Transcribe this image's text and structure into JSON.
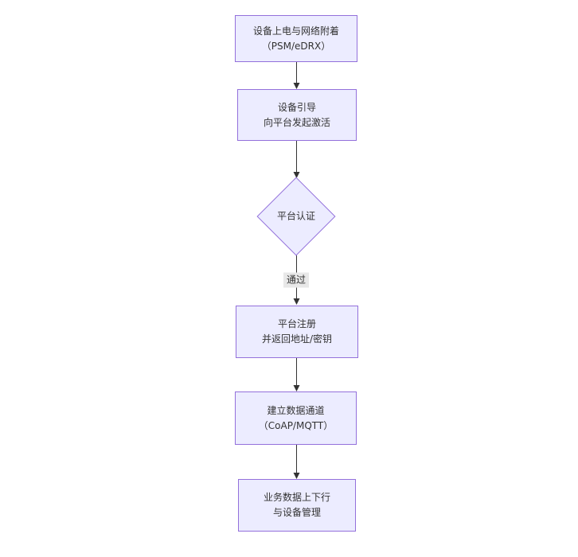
{
  "diagram": {
    "type": "flowchart-top-down",
    "colors": {
      "background": "#ffffff",
      "node_fill": "#ECECFF",
      "node_border": "#9370DB",
      "text": "#333333",
      "edge": "#333333",
      "edge_label_bg": "#e8e8e8"
    },
    "nodes": [
      {
        "id": "power-network-attach",
        "shape": "rect",
        "lines": [
          "设备上电与网络附着",
          "（PSM/eDRX）"
        ]
      },
      {
        "id": "bootstrap-activate",
        "shape": "rect",
        "lines": [
          "设备引导",
          "向平台发起激活"
        ]
      },
      {
        "id": "platform-auth",
        "shape": "diamond",
        "lines": [
          "平台认证"
        ]
      },
      {
        "id": "platform-register",
        "shape": "rect",
        "lines": [
          "平台注册",
          "并返回地址/密钥"
        ]
      },
      {
        "id": "data-channel",
        "shape": "rect",
        "lines": [
          "建立数据通道",
          "（CoAP/MQTT）"
        ]
      },
      {
        "id": "business-data-mgmt",
        "shape": "rect",
        "lines": [
          "业务数据上下行",
          "与设备管理"
        ]
      }
    ],
    "edges": [
      {
        "from": "power-network-attach",
        "to": "bootstrap-activate",
        "label": ""
      },
      {
        "from": "bootstrap-activate",
        "to": "platform-auth",
        "label": ""
      },
      {
        "from": "platform-auth",
        "to": "platform-register",
        "label": "通过"
      },
      {
        "from": "platform-register",
        "to": "data-channel",
        "label": ""
      },
      {
        "from": "data-channel",
        "to": "business-data-mgmt",
        "label": ""
      }
    ]
  }
}
